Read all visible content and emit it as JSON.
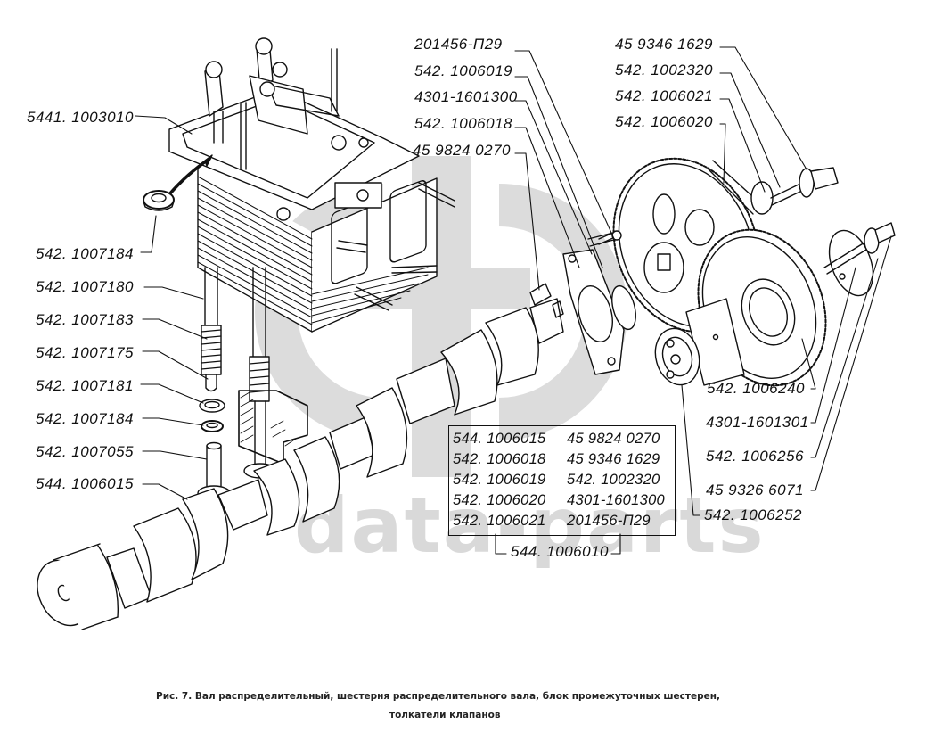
{
  "watermark": {
    "text": "data-parts",
    "color": "#d9d9d9"
  },
  "labels": {
    "left": [
      "5441. 1003010",
      "542. 1007184",
      "542. 1007180",
      "542. 1007183",
      "542. 1007175",
      "542. 1007181",
      "542. 1007184",
      "542. 1007055",
      "544. 1006015"
    ],
    "top_center": [
      "201456-П29",
      "542. 1006019",
      "4301-1601300",
      "542. 1006018",
      "45 9824 0270"
    ],
    "top_right": [
      "45 9346 1629",
      "542. 1002320",
      "542. 1006021",
      "542. 1006020"
    ],
    "bottom_right": [
      "542. 1006240",
      "4301-1601301",
      "542. 1006256",
      "45 9326 6071",
      "542. 1006252"
    ]
  },
  "kit_table": {
    "rows": [
      [
        "544. 1006015",
        "45 9824 0270"
      ],
      [
        "542. 1006018",
        "45 9346 1629"
      ],
      [
        "542. 1006019",
        "542. 1002320"
      ],
      [
        "542. 1006020",
        "4301-1601300"
      ],
      [
        "542. 1006021",
        "201456-П29"
      ]
    ],
    "assembly_number": "544. 1006010"
  },
  "caption": {
    "line1": "Рис. 7. Вал распределительный, шестерня распределительного вала, блок промежуточных шестерен,",
    "line2": "толкатели клапанов"
  },
  "parts": {
    "cylinder_head": "cylinder-head",
    "valve_seal": "valve-seal",
    "pushrods": "pushrods",
    "camshaft": "camshaft",
    "gasket_flange": "thrust-flange",
    "cam_gear": "camshaft-gear",
    "idler_gear": "intermediate-gear-block",
    "bolts": "bolts-washers",
    "key": "woodruff-key"
  }
}
